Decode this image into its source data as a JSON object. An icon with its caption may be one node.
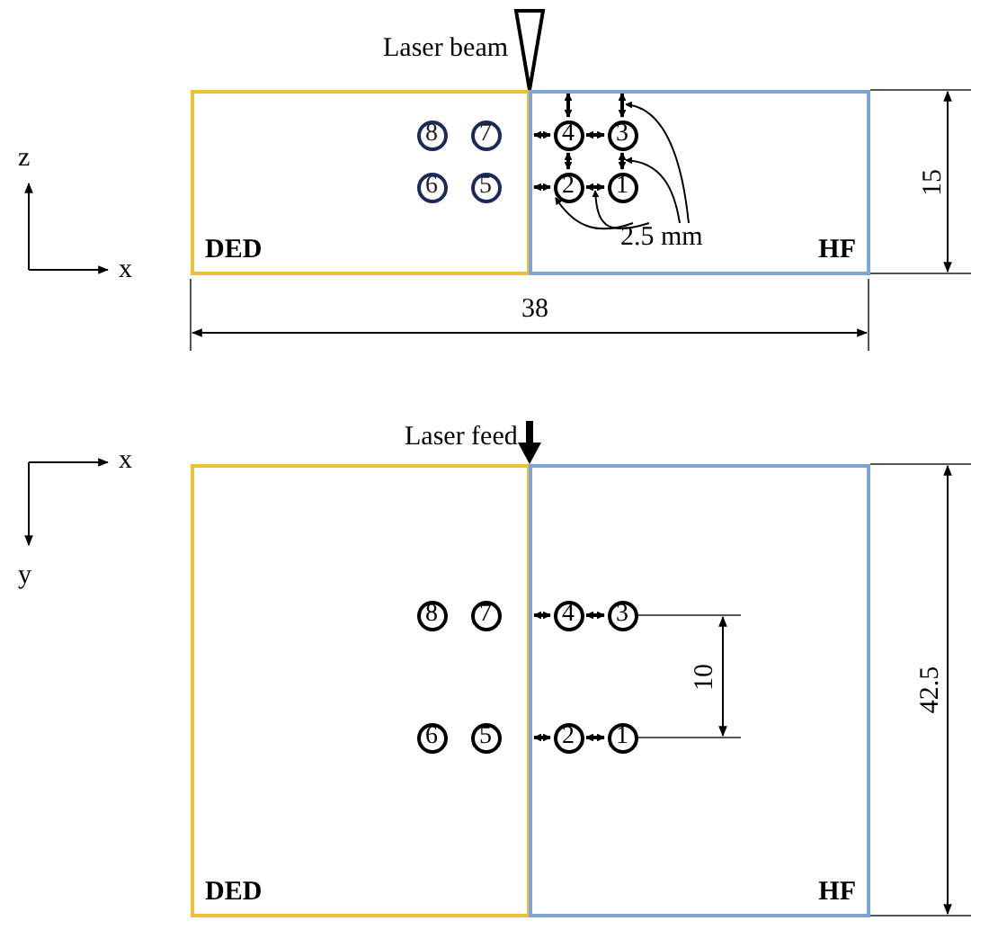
{
  "diagram": {
    "nodes": [
      {
        "text": [
          "DED"
        ]
      },
      {
        "text": [
          "HF"
        ]
      },
      {
        "text": [
          "8"
        ],
        "in": 0
      },
      {
        "text": [
          "7"
        ],
        "in": 0
      },
      {
        "text": [
          "4"
        ],
        "in": 1
      },
      {
        "text": [
          "3"
        ],
        "in": 1
      },
      {
        "text": [
          "6"
        ],
        "in": 0
      },
      {
        "text": [
          "5"
        ],
        "in": 0
      },
      {
        "text": [
          "2"
        ],
        "in": 1
      },
      {
        "text": [
          "1"
        ],
        "in": 1
      },
      {
        "text": [
          "2.5 mm"
        ],
        "in": 1
      },
      {
        "text": [
          "DED"
        ]
      },
      {
        "text": [
          "HF"
        ]
      },
      {
        "text": [
          "8"
        ],
        "in": 11
      },
      {
        "text": [
          "7"
        ],
        "in": 11
      },
      {
        "text": [
          "4"
        ],
        "in": 12
      },
      {
        "text": [
          "3"
        ],
        "in": 12
      },
      {
        "text": [
          "6"
        ],
        "in": 11
      },
      {
        "text": [
          "5"
        ],
        "in": 11
      },
      {
        "text": [
          "2"
        ],
        "in": 12
      },
      {
        "text": [
          "1"
        ],
        "in": 12
      }
    ],
    "edges": [
      {
        "from": 10,
        "to": 5,
        "arrow": "to"
      },
      {
        "from": 10,
        "to": 5,
        "arrow": "to"
      },
      {
        "from": 10,
        "to": 8,
        "arrow": "to"
      },
      {
        "from": 10,
        "to": 8,
        "arrow": "to"
      }
    ],
    "labels": [
      "Laser beam",
      "z",
      "x",
      "15",
      "38",
      "Laser feed",
      "x",
      "y",
      "10",
      "42.5"
    ]
  }
}
